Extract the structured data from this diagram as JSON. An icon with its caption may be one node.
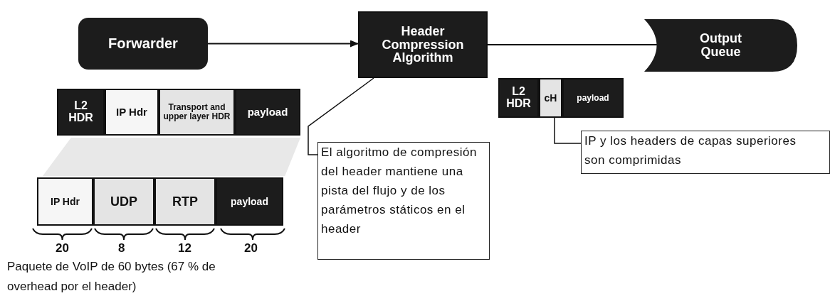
{
  "diagram": {
    "nodes": [
      {
        "text": [
          "Forwarder"
        ]
      },
      {
        "text": [
          "Header Compression Algorithm"
        ]
      },
      {
        "text": [
          "Output Queue"
        ]
      },
      {
        "text": [
          "L2 HDR"
        ]
      },
      {
        "text": [
          "IP Hdr"
        ]
      },
      {
        "text": [
          "Transport and upper layer HDR"
        ]
      },
      {
        "text": [
          "payload"
        ]
      },
      {
        "text": [
          "IP Hdr"
        ]
      },
      {
        "text": [
          "UDP"
        ]
      },
      {
        "text": [
          "RTP"
        ]
      },
      {
        "text": [
          "payload"
        ]
      },
      {
        "text": [
          "L2 HDR"
        ]
      },
      {
        "text": [
          "cH"
        ]
      },
      {
        "text": [
          "payload"
        ]
      },
      {
        "text": [
          "El algoritmo de compresión del header mantiene una pista del flujo y de los parámetros státicos en el header"
        ]
      },
      {
        "text": [
          "IP y los headers de capas superiores son comprimidas"
        ]
      },
      {
        "text": [],
        "shape": "box"
      }
    ],
    "edges": [
      {
        "from": 0,
        "to": 1,
        "arrow": "to"
      },
      {
        "from": 1,
        "to": 2,
        "arrow": "to"
      },
      {
        "from": 14,
        "to": 1,
        "arrow": "none"
      },
      {
        "from": 15,
        "to": 12,
        "arrow": "none"
      }
    ],
    "labels": [
      "20",
      "8",
      "12",
      "20",
      "Paquete de VoIP de 60 bytes (67 % de overhead por el header)"
    ]
  }
}
